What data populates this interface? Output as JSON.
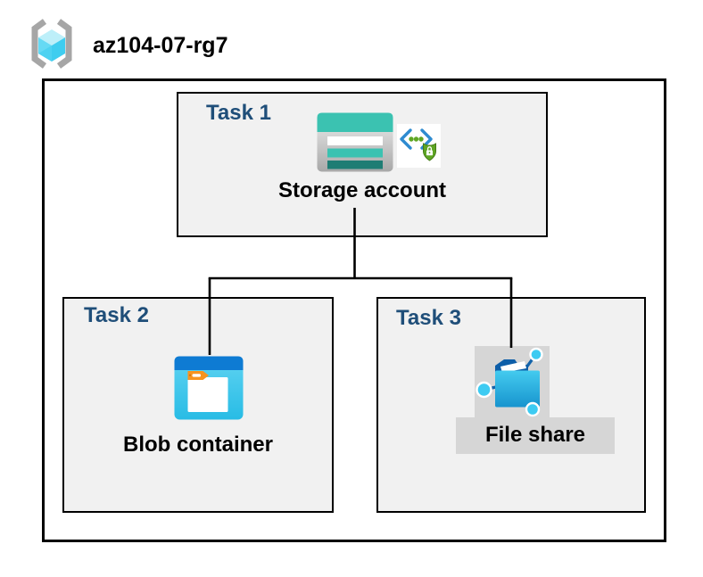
{
  "header": {
    "title": "az104-07-rg7",
    "icon": "resource-group-icon"
  },
  "diagram": {
    "tasks": [
      {
        "label": "Task 1",
        "caption": "Storage account",
        "icons": [
          "storage-account-icon",
          "sas-secured-icon"
        ]
      },
      {
        "label": "Task 2",
        "caption": "Blob container",
        "icons": [
          "blob-container-icon"
        ]
      },
      {
        "label": "Task 3",
        "caption": "File share",
        "icons": [
          "file-share-icon"
        ]
      }
    ],
    "connections": [
      "storage-account -> blob-container",
      "storage-account -> file-share"
    ],
    "colors": {
      "task_label": "#1F4E79",
      "task_box_background": "#F1F1F1",
      "highlight_gray": "#D6D6D6",
      "storage_teal": "#3BC2B1",
      "storage_teal_dark": "#1E7D74",
      "blob_bar_blue": "#0E7BD3",
      "blob_body_cyan": "#3CC8EC",
      "file_node_cyan": "#3DCBF2",
      "file_folder_navy": "#0D5EA8",
      "sas_bracket_blue": "#2E8BD0",
      "sas_shield_green": "#5FA624",
      "connector": "#000000"
    }
  }
}
